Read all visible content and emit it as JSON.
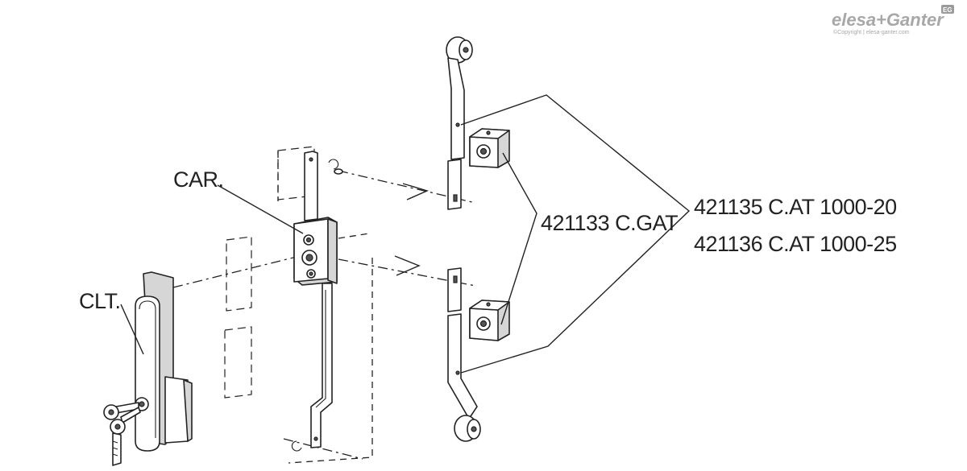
{
  "labels": {
    "car": "CAR.",
    "clt": "CLT.",
    "cgat": "421133  C.GAT",
    "cat_20": "421135  C.AT 1000-20",
    "cat_25": "421136  C.AT 1000-25"
  },
  "brand": {
    "logo_text": "elesa+Ganter",
    "badge": "EG",
    "copyright": "©Copyright | elesa-ganter.com",
    "color": "#9a9a9a"
  }
}
